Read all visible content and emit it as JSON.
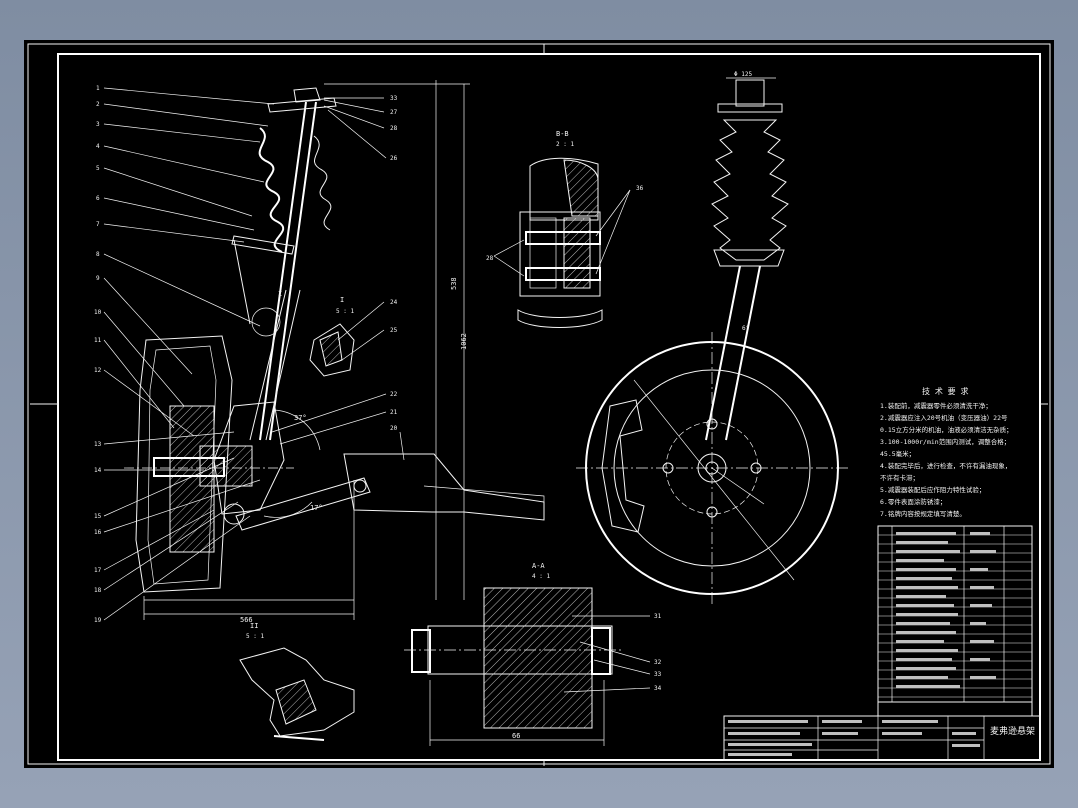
{
  "drawing": {
    "balloons_left": [
      "1",
      "2",
      "3",
      "4",
      "5",
      "6",
      "7",
      "8",
      "9",
      "10",
      "11",
      "12",
      "13",
      "14",
      "15",
      "16",
      "17",
      "18",
      "19"
    ],
    "balloons_top_right": [
      "33",
      "27",
      "28",
      "26"
    ],
    "balloons_mid": [
      "24",
      "25",
      "22",
      "21",
      "20"
    ],
    "balloons_section_a": [
      "28",
      "36"
    ],
    "balloons_section_b": [
      "31",
      "32",
      "33",
      "34"
    ],
    "angles": {
      "a1": "37°",
      "a2": "17°",
      "a3": "6°"
    },
    "dimensions": {
      "d_height": "538",
      "d_height2": "1062",
      "d_width": "566",
      "d_bolt": "66",
      "d_top": "Φ 125"
    },
    "view_labels": {
      "section_a": "B-B",
      "section_a_scale": "2 : 1",
      "detail_i": "I",
      "detail_i_scale": "5 : 1",
      "detail_ii": "II",
      "detail_ii_scale": "5 : 1",
      "section_b": "A-A",
      "section_b_scale": "4 : 1"
    },
    "notes": {
      "title": "技 术 要 求",
      "lines": [
        "1.装配前，减震器零件必须清洗干净；",
        "2.减震器应注入20号机油（变压器油）22号",
        "0.15立方分米的机油，油液必须清洁无杂质；",
        "3.100-1000r/min范围内测试，调整合格；",
        "45.5毫米；",
        "4.装配完毕后，进行检查，不许有漏油现象，",
        "不许有卡滞；",
        "5.减震器装配后应作阻力特性试验；",
        "6.零件表面涂防锈漆；",
        "7.铭牌内容按规定填写清楚。"
      ]
    },
    "title_block": {
      "title": "麦弗逊悬架"
    }
  },
  "colors": {
    "background": "#8593a8",
    "sheet": "#000000",
    "lines": "#f4f4f4"
  }
}
